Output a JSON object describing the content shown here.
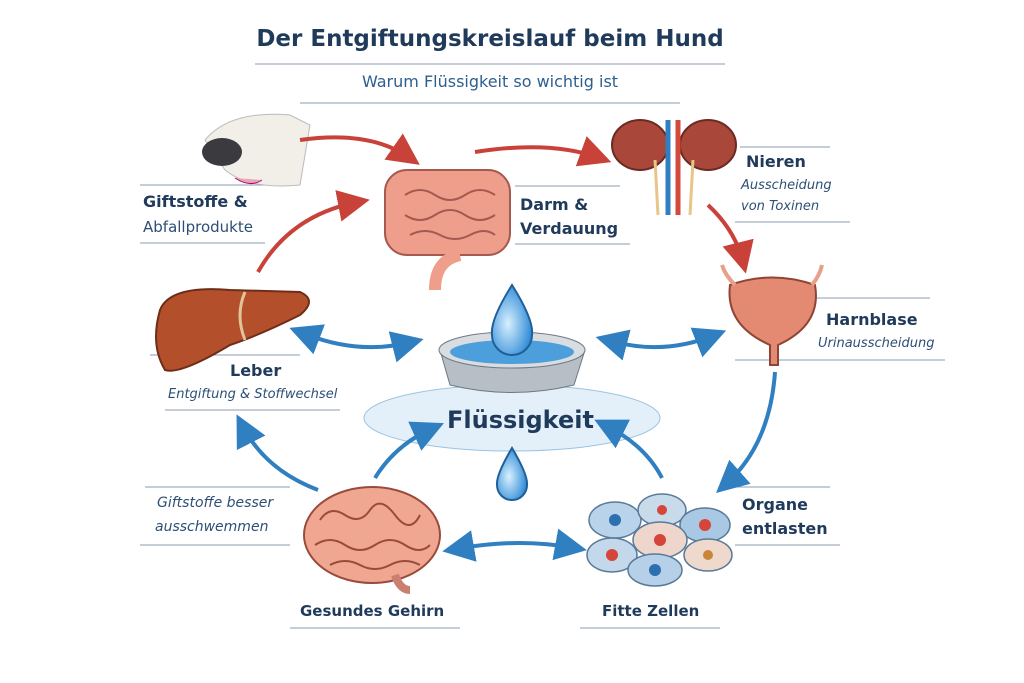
{
  "header": {
    "title": "Der Entgiftungskreislauf beim Hund",
    "subtitle": "Warum Flüssigkeit so wichtig ist"
  },
  "center": {
    "label": "Flüssigkeit"
  },
  "nodes": {
    "toxins": {
      "line1": "Giftstoffe &",
      "line2": "Abfallprodukte"
    },
    "intestine": {
      "line1": "Darm &",
      "line2": "Verdauung"
    },
    "kidneys": {
      "title": "Nieren",
      "line1": "Ausscheidung",
      "line2": "von Toxinen"
    },
    "bladder": {
      "title": "Harnblase",
      "sub": "Urinausscheidung"
    },
    "liver": {
      "title": "Leber",
      "sub": "Entgiftung & Stoffwechsel"
    },
    "flush": {
      "line1": "Giftstoffe besser",
      "line2": "ausschwemmen"
    },
    "organs": {
      "line1": "Organe",
      "line2": "entlasten"
    },
    "brain": {
      "title": "Gesundes Gehirn"
    },
    "cells": {
      "title": "Fitte Zellen"
    }
  },
  "colors": {
    "navy": "#1f3a5a",
    "red_arrow": "#c9423a",
    "blue_arrow": "#2f7fc1",
    "water": "#7cc0ea"
  }
}
